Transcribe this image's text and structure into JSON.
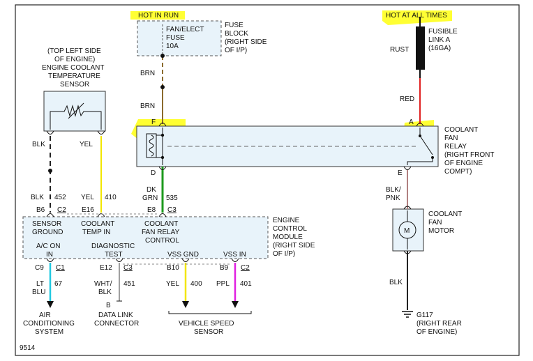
{
  "diagram_id": "9514",
  "hot_in_run": "HOT IN RUN",
  "hot_at_all_times": "HOT AT ALL TIMES",
  "fuse_block": {
    "fuse_line1": "FAN/ELECT",
    "fuse_line2": "FUSE",
    "fuse_line3": "10A",
    "title_lines": [
      "FUSE",
      "BLOCK",
      "(RIGHT SIDE",
      "OF I/P)"
    ]
  },
  "fusible_link": {
    "lines": [
      "FUSIBLE",
      "LINK A",
      "(16GA)"
    ],
    "wire_color": "RUST"
  },
  "wire_colors": {
    "brn_upper": "BRN",
    "brn_lower": "BRN",
    "red": "RED",
    "dk_grn_line1": "DK",
    "dk_grn_line2": "GRN",
    "dk_grn_circuit": "535",
    "blk_pnk_line1": "BLK/",
    "blk_pnk_line2": "PNK",
    "blk_ground": "BLK",
    "blk_sensor_top": "BLK",
    "yel_sensor_top": "YEL",
    "blk_452": "BLK",
    "circuit_452": "452",
    "yel_410": "YEL",
    "circuit_410": "410"
  },
  "relay": {
    "pin_f": "F",
    "pin_a": "A",
    "pin_d": "D",
    "pin_e": "E",
    "title_lines": [
      "COOLANT",
      "FAN",
      "RELAY",
      "(RIGHT FRONT",
      "OF ENGINE",
      "COMPT)"
    ]
  },
  "sensor": {
    "title_lines": [
      "(TOP LEFT SIDE",
      "OF ENGINE)",
      "ENGINE COOLANT",
      "TEMPERATURE",
      "SENSOR"
    ]
  },
  "ecm": {
    "pin_b6": "B6",
    "conn_c2_left": "C2",
    "pin_e16": "E16",
    "pin_e8": "E8",
    "conn_c3_top": "C3",
    "sensor_ground_1": "SENSOR",
    "sensor_ground_2": "GROUND",
    "coolant_temp_1": "COOLANT",
    "coolant_temp_2": "TEMP IN",
    "coolant_fan_1": "COOLANT",
    "coolant_fan_2": "FAN RELAY",
    "coolant_fan_3": "CONTROL",
    "ac_on_1": "A/C ON",
    "ac_on_2": "IN",
    "diag_1": "DIAGNOSTIC",
    "diag_2": "TEST",
    "vss_gnd": "VSS GND",
    "vss_in": "VSS IN",
    "title_lines": [
      "ENGINE",
      "CONTROL",
      "MODULE",
      "(RIGHT SIDE",
      "OF I/P)"
    ],
    "pin_c9": "C9",
    "conn_c1": "C1",
    "pin_e12": "E12",
    "conn_c3_bottom": "C3",
    "pin_b10": "B10",
    "pin_b9": "B9",
    "conn_c2_bottom": "C2"
  },
  "lower_wires": {
    "lt_blu_1": "LT",
    "lt_blu_2": "BLU",
    "circuit_67": "67",
    "wht_blk_1": "WHT/",
    "wht_blk_2": "BLK",
    "circuit_451": "451",
    "yel_400": "YEL",
    "circuit_400": "400",
    "ppl_401": "PPL",
    "circuit_401": "401",
    "b_pin": "B"
  },
  "destinations": {
    "ac_lines": [
      "AIR",
      "CONDITIONING",
      "SYSTEM"
    ],
    "dlc_lines": [
      "DATA LINK",
      "CONNECTOR"
    ],
    "vss_lines": [
      "VEHICLE SPEED",
      "SENSOR"
    ]
  },
  "motor": {
    "title_lines": [
      "COOLANT",
      "FAN",
      "MOTOR"
    ],
    "symbol": "M"
  },
  "ground": {
    "lines": [
      "G117",
      "(RIGHT REAR",
      "OF ENGINE)"
    ]
  },
  "colors": {
    "highlight": "#ffff33",
    "box_fill": "#e8f3fa",
    "wire_brn": "#8b6b2e",
    "wire_red": "#e02020",
    "wire_grn": "#1e9a1e",
    "wire_yel": "#f2e600",
    "wire_pnk": "#b08080",
    "wire_blu": "#20c8e0",
    "wire_gray": "#a0a0a0",
    "wire_ppl": "#e020e0",
    "wire_blk": "#222222"
  }
}
